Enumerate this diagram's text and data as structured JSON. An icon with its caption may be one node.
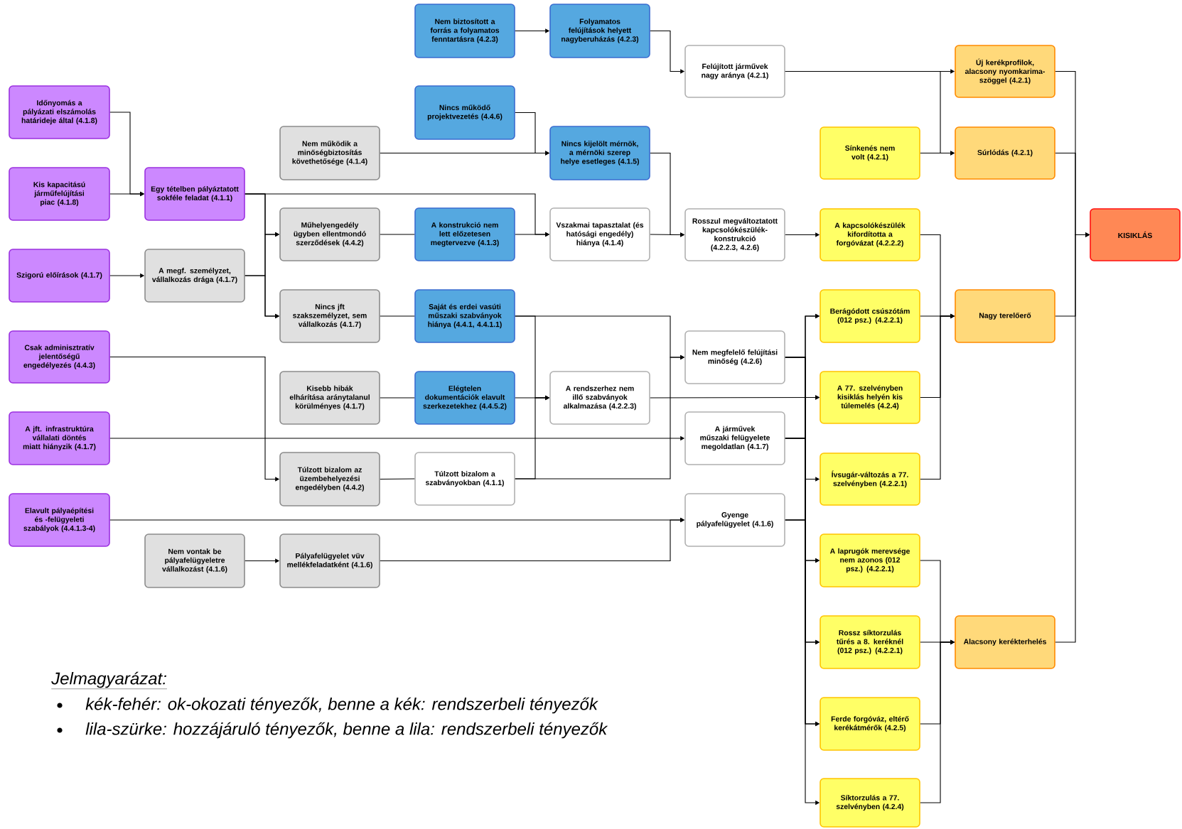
{
  "diagram": {
    "nodes": [
      {
        "text": [
          "Időnyomás a pályázati elszámolás határideje által (4.1.8)"
        ]
      },
      {
        "text": [
          "Kis kapacitású járműfelújítási piac (4.1.8)"
        ]
      },
      {
        "text": [
          "Szigorú előírások (4.1.7)"
        ]
      },
      {
        "text": [
          "Csak adminisztratív jelentőségű engedélyezés (4.4.3)"
        ]
      },
      {
        "text": [
          "A jft. infrastruktúra vállalati döntés miatt hiányzik (4.1.7)"
        ]
      },
      {
        "text": [
          "Elavult pályaépítési és -felügyeleti szabályok (4.4.1.3-4)"
        ]
      },
      {
        "text": [
          "Egy tételben pályáztatott sokféle feladat (4.1.1)"
        ]
      },
      {
        "text": [
          "A megf. személyzet, vállalkozás drága (4.1.7)"
        ]
      },
      {
        "text": [
          "Nem vontak be pályafelügyeletre vállalkozást (4.1.6)"
        ]
      },
      {
        "text": [
          "Nem működik a minőségbiztosítás követhetősége (4.1.4)"
        ]
      },
      {
        "text": [
          "Műhelyengedély ügyben ellentmondó szerződések (4.4.2)"
        ]
      },
      {
        "text": [
          "Nincs jft szakszemélyzet, sem vállalkozás (4.1.7)"
        ]
      },
      {
        "text": [
          "Kisebb hibák elhárítása aránytalanul körülményes (4.1.7)"
        ]
      },
      {
        "text": [
          "Túlzott bizalom az üzembehelyezési engedélyben (4.4.2)"
        ]
      },
      {
        "text": [
          "Pályafelügyelet vüv mellékfeladatként (4.1.6)"
        ]
      },
      {
        "text": [
          "Nem biztosított a forrás a folyamatos fenntartásra (4.2.3)"
        ]
      },
      {
        "text": [
          "Nincs működő projektvezetés (4.4.6)"
        ]
      },
      {
        "text": [
          "A konstrukció nem lett előzetesen megtervezve (4.1.3)"
        ]
      },
      {
        "text": [
          "Saját és erdei vasúti műszaki szabványok hiánya (4.4.1, 4.4.1.1)"
        ]
      },
      {
        "text": [
          "Elégtelen dokumentációk elavult szerkezetekhez (4.4.5.2)"
        ]
      },
      {
        "text": [
          "Túlzott bizalom a szabványokban (4.1.1)"
        ]
      },
      {
        "text": [
          "Folyamatos felújítások helyett nagyberuházás (4.2.3)"
        ]
      },
      {
        "text": [
          "Nincs kijelölt mérnök, a mérnöki szerep helye esetleges (4.1.5)"
        ]
      },
      {
        "text": [
          "Vszakmai tapasztalat (és hatósági engedély) hiánya (4.1.4)"
        ]
      },
      {
        "text": [
          "A rendszerhez nem illő szabványok alkalmazása (4.2.2.3)"
        ]
      },
      {
        "text": [
          "Felújított járművek nagy aránya (4.2.1)"
        ]
      },
      {
        "text": [
          "Rosszul megváltoztatott kapcsolókészülék-konstrukció (4.2.2.3, 4.2.6)"
        ]
      },
      {
        "text": [
          "Nem megfelelő felújítási minőség (4.2.6)"
        ]
      },
      {
        "text": [
          "A járművek műszaki felügyelete megoldatlan (4.1.7)"
        ]
      },
      {
        "text": [
          "Gyenge pályafelügyelet (4.1.6)"
        ]
      },
      {
        "text": [
          "Sínkenés nem volt (4.2.1)"
        ]
      },
      {
        "text": [
          "A kapcsolókészülék kifordította a forgóvázat (4.2.2.2)"
        ]
      },
      {
        "text": [
          "Berágódott csúszótám (012 psz.) (4.2.2.1)"
        ]
      },
      {
        "text": [
          "A 77. szelvényben kisiklás helyén kis túlemelés (4.2.4)"
        ]
      },
      {
        "text": [
          "Ívsugár-változás a 77. szelvényben (4.2.2.1)"
        ]
      },
      {
        "text": [
          "A laprugók merevsége nem azonos (012 psz.) (4.2.2.1)"
        ]
      },
      {
        "text": [
          "Rossz síktorzulás tűrés a 8. keréknél (012 psz.) (4.2.2.1)"
        ]
      },
      {
        "text": [
          "Ferde forgóváz, eltérő kerékátmérők (4.2.5)"
        ]
      },
      {
        "text": [
          "Síktorzulás a 77. szelvényben (4.2.4)"
        ]
      },
      {
        "text": [
          "Új kerékprofilok, alacsony nyomkarima-szöggel (4.2.1)"
        ]
      },
      {
        "text": [
          "Súrlódás (4.2.1)"
        ]
      },
      {
        "text": [
          "Nagy terelőerő"
        ]
      },
      {
        "text": [
          "Alacsony kerékterhelés"
        ]
      },
      {
        "text": [
          "KISIKLÁS"
        ]
      }
    ],
    "edges": [
      {
        "from": 0,
        "to": 6,
        "arrow": "to"
      },
      {
        "from": 1,
        "to": 6,
        "arrow": "to"
      },
      {
        "from": 2,
        "to": 7,
        "arrow": "to"
      },
      {
        "from": 6,
        "to": 10,
        "arrow": "to"
      },
      {
        "from": 6,
        "to": 11,
        "arrow": "to"
      },
      {
        "from": 7,
        "to": 10,
        "arrow": "to"
      },
      {
        "from": 7,
        "to": 11,
        "arrow": "to"
      },
      {
        "from": 3,
        "to": 13,
        "arrow": "to"
      },
      {
        "from": 6,
        "to": 23,
        "arrow": "to"
      },
      {
        "from": 4,
        "to": 28,
        "arrow": "to"
      },
      {
        "from": 5,
        "to": 29,
        "arrow": "to"
      },
      {
        "from": 8,
        "to": 14,
        "arrow": "to"
      },
      {
        "from": 14,
        "to": 29,
        "arrow": "to"
      },
      {
        "from": 9,
        "to": 22,
        "arrow": "to"
      },
      {
        "from": 16,
        "to": 22,
        "arrow": "to"
      },
      {
        "from": 10,
        "to": 17,
        "arrow": "none"
      },
      {
        "from": 11,
        "to": 18,
        "arrow": "none"
      },
      {
        "from": 12,
        "to": 19,
        "arrow": "none"
      },
      {
        "from": 13,
        "to": 20,
        "arrow": "none"
      },
      {
        "from": 15,
        "to": 21,
        "arrow": "to"
      },
      {
        "from": 17,
        "to": 23,
        "arrow": "to"
      },
      {
        "from": 18,
        "to": 24,
        "arrow": "to"
      },
      {
        "from": 19,
        "to": 24,
        "arrow": "to"
      },
      {
        "from": 20,
        "to": 24,
        "arrow": "to"
      },
      {
        "from": 21,
        "to": 25,
        "arrow": "to"
      },
      {
        "from": 22,
        "to": 26,
        "arrow": "to"
      },
      {
        "from": 23,
        "to": 26,
        "arrow": "to"
      },
      {
        "from": 18,
        "to": 27,
        "arrow": "to"
      },
      {
        "from": 20,
        "to": 27,
        "arrow": "to"
      },
      {
        "from": 26,
        "to": 31,
        "arrow": "to"
      },
      {
        "from": 25,
        "to": 39,
        "arrow": "to"
      },
      {
        "from": 25,
        "to": 40,
        "arrow": "to"
      },
      {
        "from": 30,
        "to": 40,
        "arrow": "to"
      },
      {
        "from": 27,
        "to": 32,
        "arrow": "to"
      },
      {
        "from": 28,
        "to": 32,
        "arrow": "to"
      },
      {
        "from": 24,
        "to": 33,
        "arrow": "to"
      },
      {
        "from": 29,
        "to": 33,
        "arrow": "to"
      },
      {
        "from": 29,
        "to": 34,
        "arrow": "to"
      },
      {
        "from": 27,
        "to": 35,
        "arrow": "to"
      },
      {
        "from": 28,
        "to": 35,
        "arrow": "to"
      },
      {
        "from": 27,
        "to": 36,
        "arrow": "to"
      },
      {
        "from": 28,
        "to": 36,
        "arrow": "to"
      },
      {
        "from": 27,
        "to": 37,
        "arrow": "to"
      },
      {
        "from": 28,
        "to": 37,
        "arrow": "to"
      },
      {
        "from": 29,
        "to": 38,
        "arrow": "to"
      },
      {
        "from": 31,
        "to": 41,
        "arrow": "to"
      },
      {
        "from": 32,
        "to": 41,
        "arrow": "to"
      },
      {
        "from": 33,
        "to": 41,
        "arrow": "to"
      },
      {
        "from": 34,
        "to": 41,
        "arrow": "to"
      },
      {
        "from": 35,
        "to": 42,
        "arrow": "to"
      },
      {
        "from": 36,
        "to": 42,
        "arrow": "to"
      },
      {
        "from": 37,
        "to": 42,
        "arrow": "to"
      },
      {
        "from": 38,
        "to": 42,
        "arrow": "to"
      },
      {
        "from": 39,
        "to": 43,
        "arrow": "to"
      },
      {
        "from": 40,
        "to": 43,
        "arrow": "to"
      },
      {
        "from": 41,
        "to": 43,
        "arrow": "to"
      },
      {
        "from": 42,
        "to": 43,
        "arrow": "to"
      }
    ],
    "labels": [
      "Jelmagyarázat:",
      "kék-fehér: ok-okozati tényezők, benne a kék: rendszerbeli tényezők",
      "lila-szürke: hozzájáruló tényezők, benne a lila: rendszerbeli tényezők"
    ]
  }
}
